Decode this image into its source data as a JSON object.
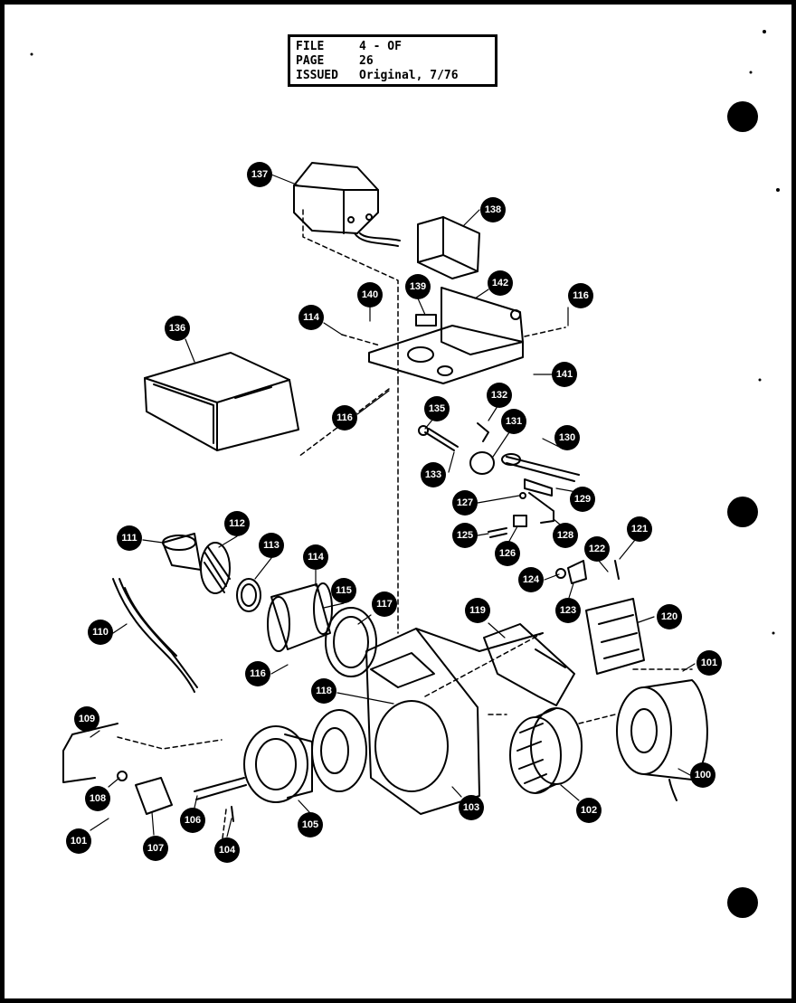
{
  "header": {
    "file_label": "FILE",
    "file_value": "4 - OF",
    "page_label": "PAGE",
    "page_value": "26",
    "issued_label": "ISSUED",
    "issued_value": "Original, 7/76"
  },
  "callouts": {
    "c137": "137",
    "c138": "138",
    "c136": "136",
    "c140": "140",
    "c114a": "114",
    "c139": "139",
    "c142": "142",
    "c116a": "116",
    "c141": "141",
    "c116b": "116",
    "c135": "135",
    "c132a": "132",
    "c131": "131",
    "c130": "130",
    "c133": "133",
    "c129": "129",
    "c127": "127",
    "c128": "128",
    "c125": "125",
    "c126": "126",
    "c121": "121",
    "c122": "122",
    "c124": "124",
    "c123": "123",
    "c120": "120",
    "c111": "111",
    "c112": "112",
    "c113": "113",
    "c114b": "114",
    "c115": "115",
    "c117": "117",
    "c110": "110",
    "c116c": "116",
    "c118": "118",
    "c119": "119",
    "c101a": "101",
    "c109": "109",
    "c108": "108",
    "c107": "107",
    "c101b": "101",
    "c106": "106",
    "c104": "104",
    "c105": "105",
    "c103": "103",
    "c102": "102",
    "c100": "100"
  }
}
